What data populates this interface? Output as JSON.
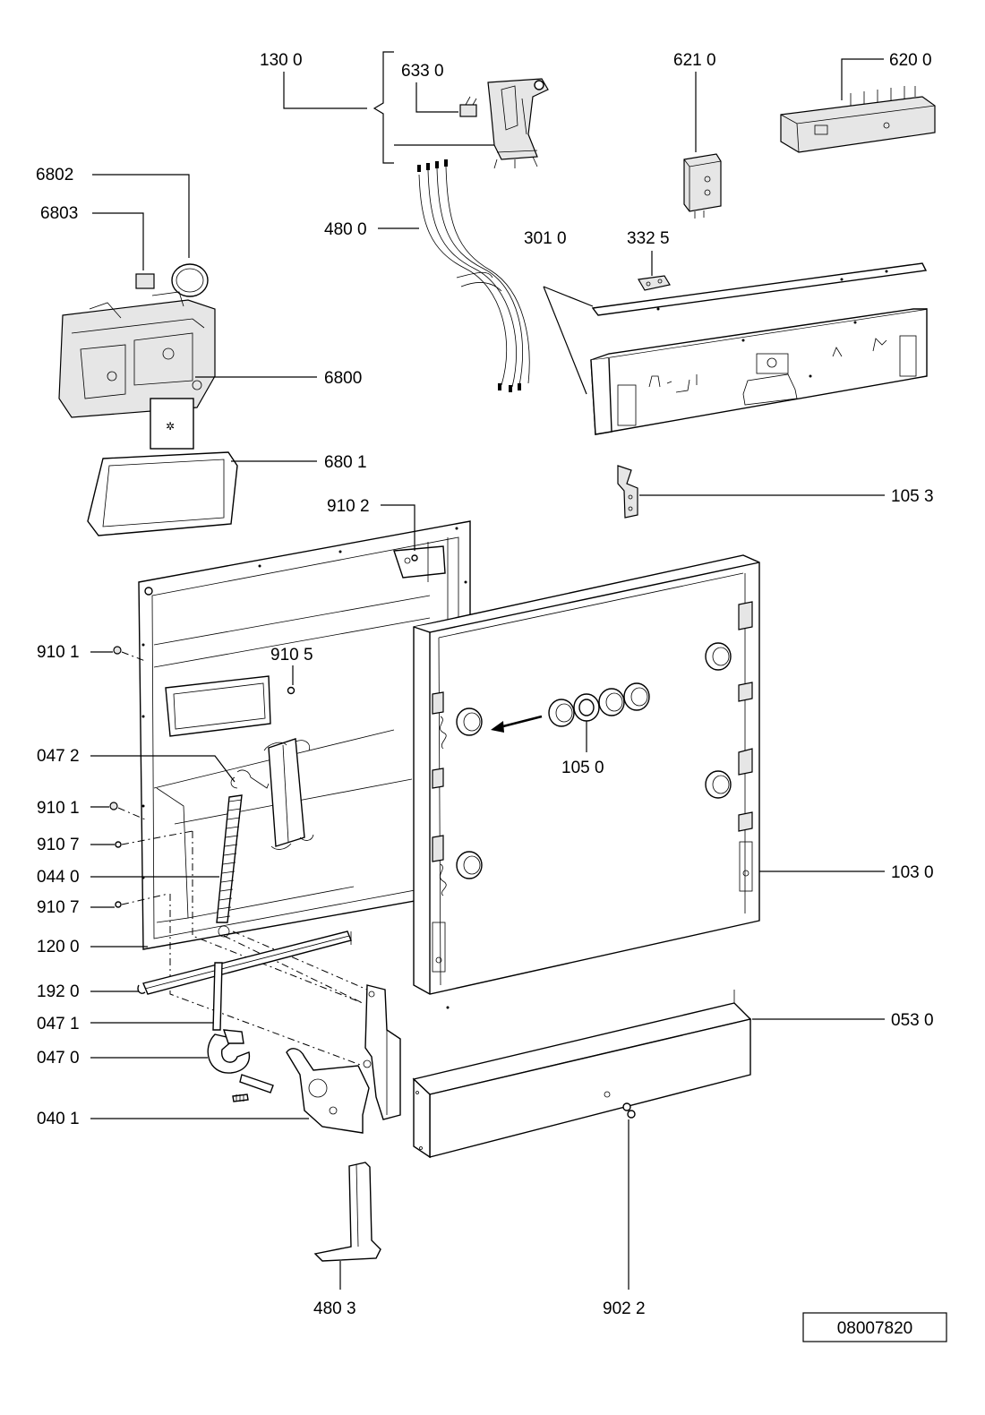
{
  "labels": {
    "l1300": "130 0",
    "l6330": "633 0",
    "l6210": "621 0",
    "l6200": "620 0",
    "l6802": "6802",
    "l6803": "6803",
    "l4800": "480 0",
    "l3010": "301 0",
    "l3325": "332 5",
    "l6800": "6800",
    "l6801": "680 1",
    "l1053": "105 3",
    "l9102": "910 2",
    "l9101a": "910 1",
    "l9105": "910 5",
    "l0472": "047 2",
    "l1050": "105 0",
    "l9101b": "910 1",
    "l9107a": "910 7",
    "l0440": "044 0",
    "l1030": "103 0",
    "l9107b": "910 7",
    "l1200": "120 0",
    "l1920": "192 0",
    "l0471": "047 1",
    "l0530": "053 0",
    "l0470": "047 0",
    "l0401": "040 1",
    "l4803": "480 3",
    "l9022": "902 2"
  },
  "reference_number": "08007820"
}
